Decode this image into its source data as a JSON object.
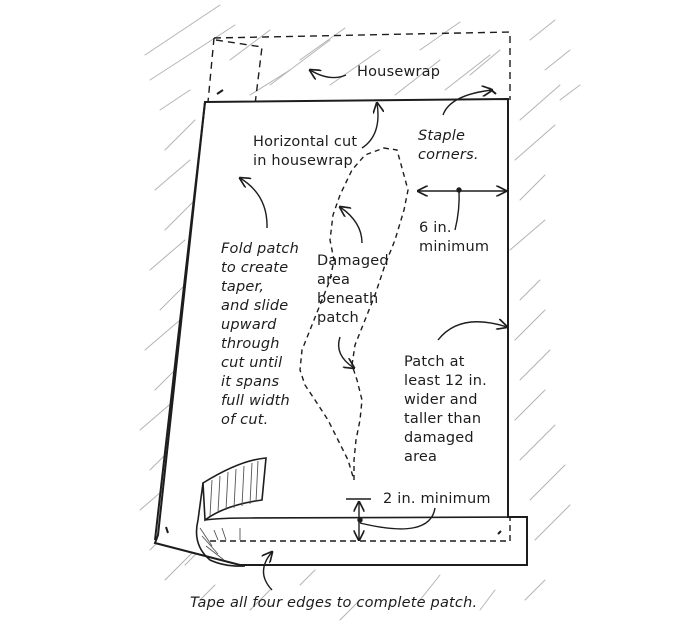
{
  "diagram": {
    "labels": {
      "housewrap": "Housewrap",
      "horizontal_cut": "Horizontal cut\nin housewrap",
      "staple_corners": "Staple\ncorners.",
      "six_in_minimum": "6 in.\nminimum",
      "fold_patch": "Fold patch\nto create\ntaper,\nand slide\nupward\nthrough\ncut until\nit spans\nfull width\nof cut.",
      "damaged_area": "Damaged\narea\nbeneath\npatch",
      "patch_size": "Patch at\nleast 12 in.\nwider and\ntaller than\ndamaged\narea",
      "two_in_minimum": "2 in. minimum",
      "tape_edges": "Tape all four edges to complete patch."
    },
    "colors": {
      "ink": "#1d1d1d",
      "hatch": "#8a8a8a",
      "background": "#ffffff"
    }
  }
}
